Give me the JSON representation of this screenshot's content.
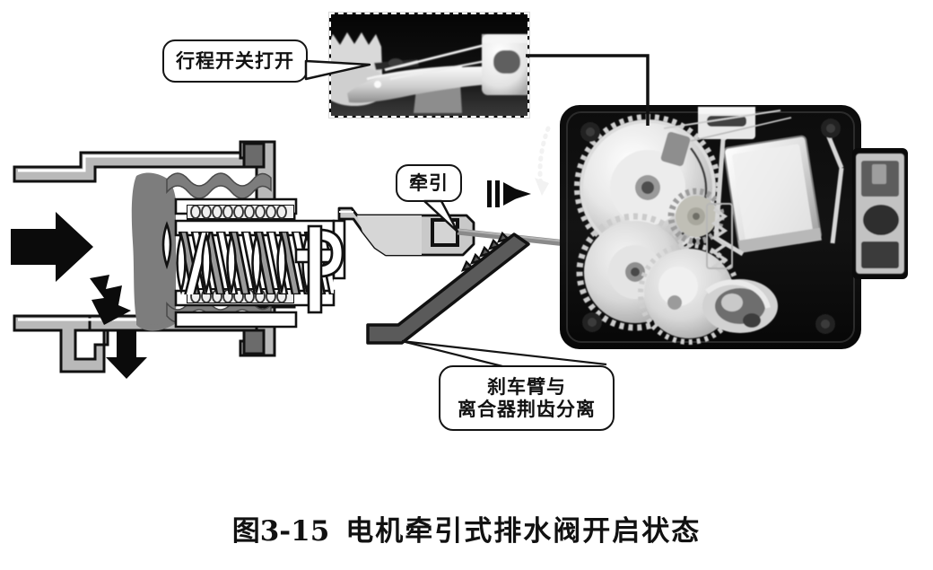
{
  "figure": {
    "caption_number": "图3-15",
    "caption_text": "电机牵引式排水阀开启状态",
    "background_color": "#ffffff",
    "ink_color": "#111111"
  },
  "callouts": [
    {
      "id": "limit-switch",
      "label": "行程开关打开",
      "points_to": "inset-photo-gear-switch"
    },
    {
      "id": "traction",
      "label": "牵引",
      "points_to": "cam-lever-pull-block"
    },
    {
      "id": "brake-arm",
      "label_line_1": "刹车臂与",
      "label_line_2": "离合器荆齿分离",
      "points_to": "brake-arm-elbow"
    }
  ],
  "schematic": {
    "name": "drain-valve-cross-section",
    "parts": [
      {
        "name": "inlet-pipe",
        "fill": "#b9b9b9"
      },
      {
        "name": "outlet-pipe",
        "fill": "#b9b9b9"
      },
      {
        "name": "valve-body",
        "fill": "#e8e8e8"
      },
      {
        "name": "diaphragm",
        "fill": "#7d7d7d"
      },
      {
        "name": "main-coil-spring",
        "fill": "#ffffff"
      },
      {
        "name": "upper-bead-spring",
        "fill": "#efefef"
      },
      {
        "name": "lower-bead-spring",
        "fill": "#efefef"
      },
      {
        "name": "plunger-rod",
        "fill": "#ffffff"
      },
      {
        "name": "hook-link",
        "fill": "#ffffff"
      },
      {
        "name": "cam-lever",
        "fill": "#c9c9c9"
      },
      {
        "name": "pull-block",
        "fill": "#d4d4d4"
      },
      {
        "name": "pull-cable",
        "fill": "#8a8a8a"
      },
      {
        "name": "brake-arm",
        "fill": "#5a5a5a"
      }
    ],
    "flow_arrows": [
      {
        "name": "inlet-flow-arrow",
        "direction": "right"
      },
      {
        "name": "chamber-flow-arrow",
        "direction": "down-right"
      },
      {
        "name": "outlet-flow-arrow",
        "direction": "down"
      }
    ],
    "motion_arrows": [
      {
        "name": "traction-motion-arrow",
        "direction": "right"
      },
      {
        "name": "gear-rotation-arrow",
        "direction": "down",
        "style": "dotted-curved"
      }
    ]
  },
  "photos": {
    "inset": {
      "name": "limit-switch-detail-photo",
      "border_style": "dashed",
      "subjects": [
        "gear-teeth",
        "switch-lever",
        "white-microswitch-block"
      ]
    },
    "main": {
      "name": "drain-motor-assembly-photo",
      "subjects": [
        "large-white-gear",
        "middle-white-gear",
        "small-white-gear",
        "pinion-gear",
        "synchronous-motor",
        "return-spring",
        "cam-clutch",
        "limit-switch",
        "terminal-block",
        "black-housing"
      ]
    }
  },
  "connector": {
    "name": "inset-to-photo-connector",
    "style": "solid-black-elbow"
  }
}
